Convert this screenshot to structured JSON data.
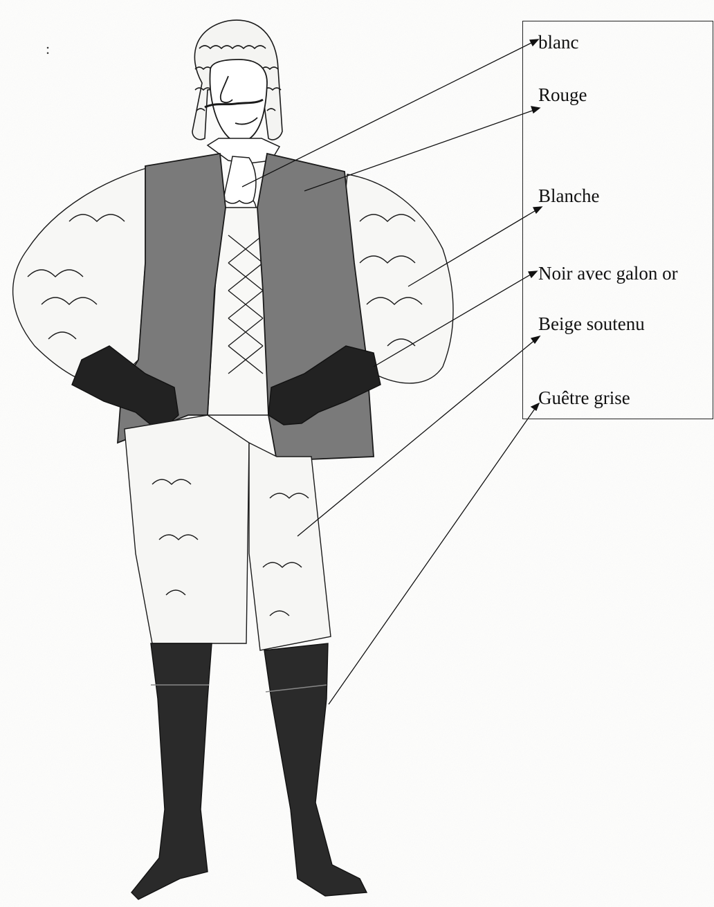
{
  "stray_mark": ":",
  "labels": [
    {
      "id": "blanc",
      "text": "blanc"
    },
    {
      "id": "rouge",
      "text": "Rouge"
    },
    {
      "id": "blanche",
      "text": "Blanche"
    },
    {
      "id": "noir",
      "text": "Noir avec galon or"
    },
    {
      "id": "beige",
      "text": "Beige soutenu"
    },
    {
      "id": "guetre",
      "text": "Guêtre grise"
    }
  ],
  "colors": {
    "ink": "#1a1a1a",
    "vest": "#7a7a7a",
    "dark": "#222222",
    "background": "#fdfdfc"
  }
}
